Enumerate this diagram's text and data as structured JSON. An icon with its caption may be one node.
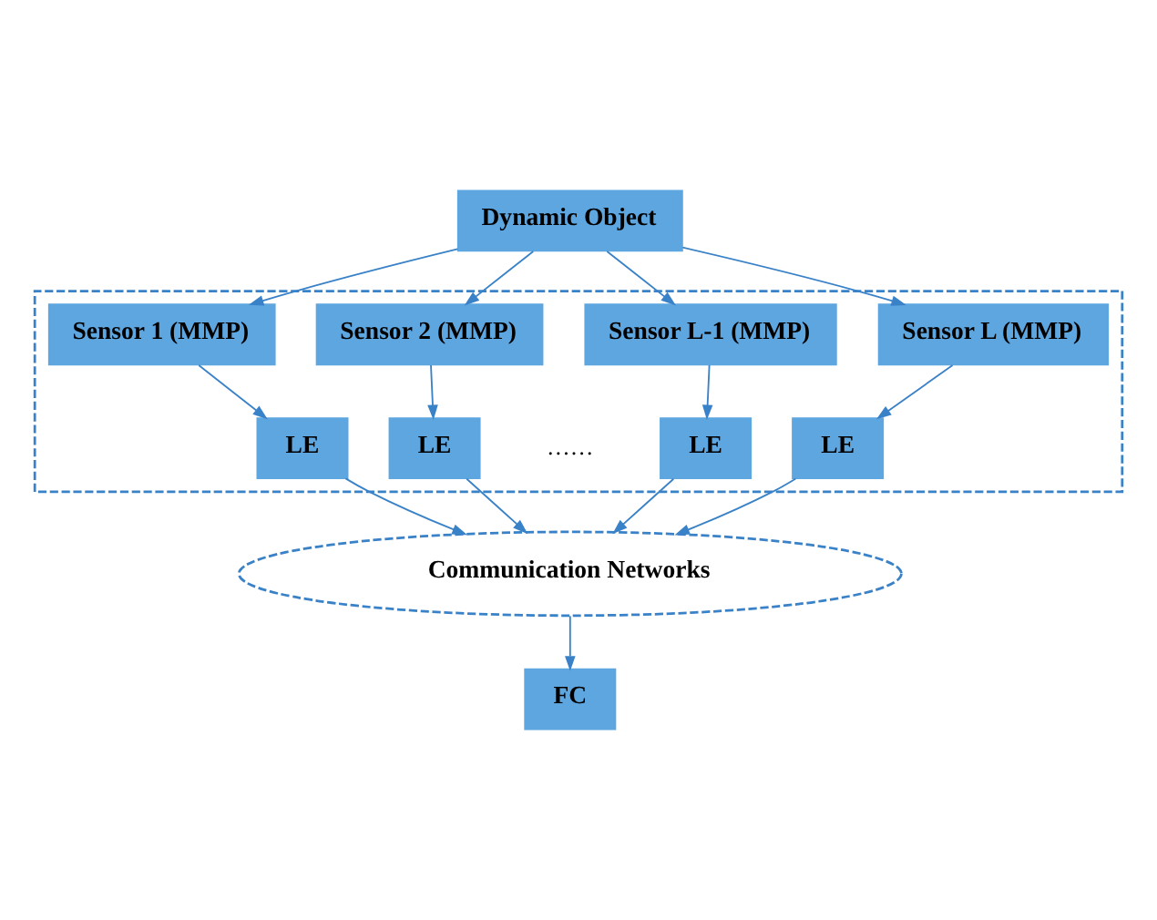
{
  "diagram": {
    "nodes": [
      {
        "text": [
          "Dynamic Object"
        ]
      },
      {
        "text": [],
        "shape": "box"
      },
      {
        "text": [
          "Sensor 1 (MMP)"
        ],
        "in": 1
      },
      {
        "text": [
          "Sensor 2 (MMP)"
        ],
        "in": 1
      },
      {
        "text": [
          "Sensor L-1 (MMP)"
        ],
        "in": 1
      },
      {
        "text": [
          "Sensor L (MMP)"
        ],
        "in": 1
      },
      {
        "text": [
          "LE"
        ],
        "in": 1
      },
      {
        "text": [
          "LE"
        ],
        "in": 1
      },
      {
        "text": [
          "LE"
        ],
        "in": 1
      },
      {
        "text": [
          "LE"
        ],
        "in": 1
      },
      {
        "text": [
          "Communication Networks"
        ]
      },
      {
        "text": [
          "FC"
        ]
      }
    ],
    "edges": [
      {
        "from": 0,
        "to": 2,
        "arrow": "to"
      },
      {
        "from": 0,
        "to": 3,
        "arrow": "to"
      },
      {
        "from": 0,
        "to": 4,
        "arrow": "to"
      },
      {
        "from": 0,
        "to": 5,
        "arrow": "to"
      },
      {
        "from": 2,
        "to": 6,
        "arrow": "to"
      },
      {
        "from": 3,
        "to": 7,
        "arrow": "to"
      },
      {
        "from": 4,
        "to": 8,
        "arrow": "to"
      },
      {
        "from": 5,
        "to": 9,
        "arrow": "to"
      },
      {
        "from": 6,
        "to": 10,
        "arrow": "to"
      },
      {
        "from": 7,
        "to": 10,
        "arrow": "to"
      },
      {
        "from": 8,
        "to": 10,
        "arrow": "to"
      },
      {
        "from": 9,
        "to": 10,
        "arrow": "to"
      },
      {
        "from": 10,
        "to": 11,
        "arrow": "to"
      }
    ],
    "labels": [
      "……"
    ]
  }
}
